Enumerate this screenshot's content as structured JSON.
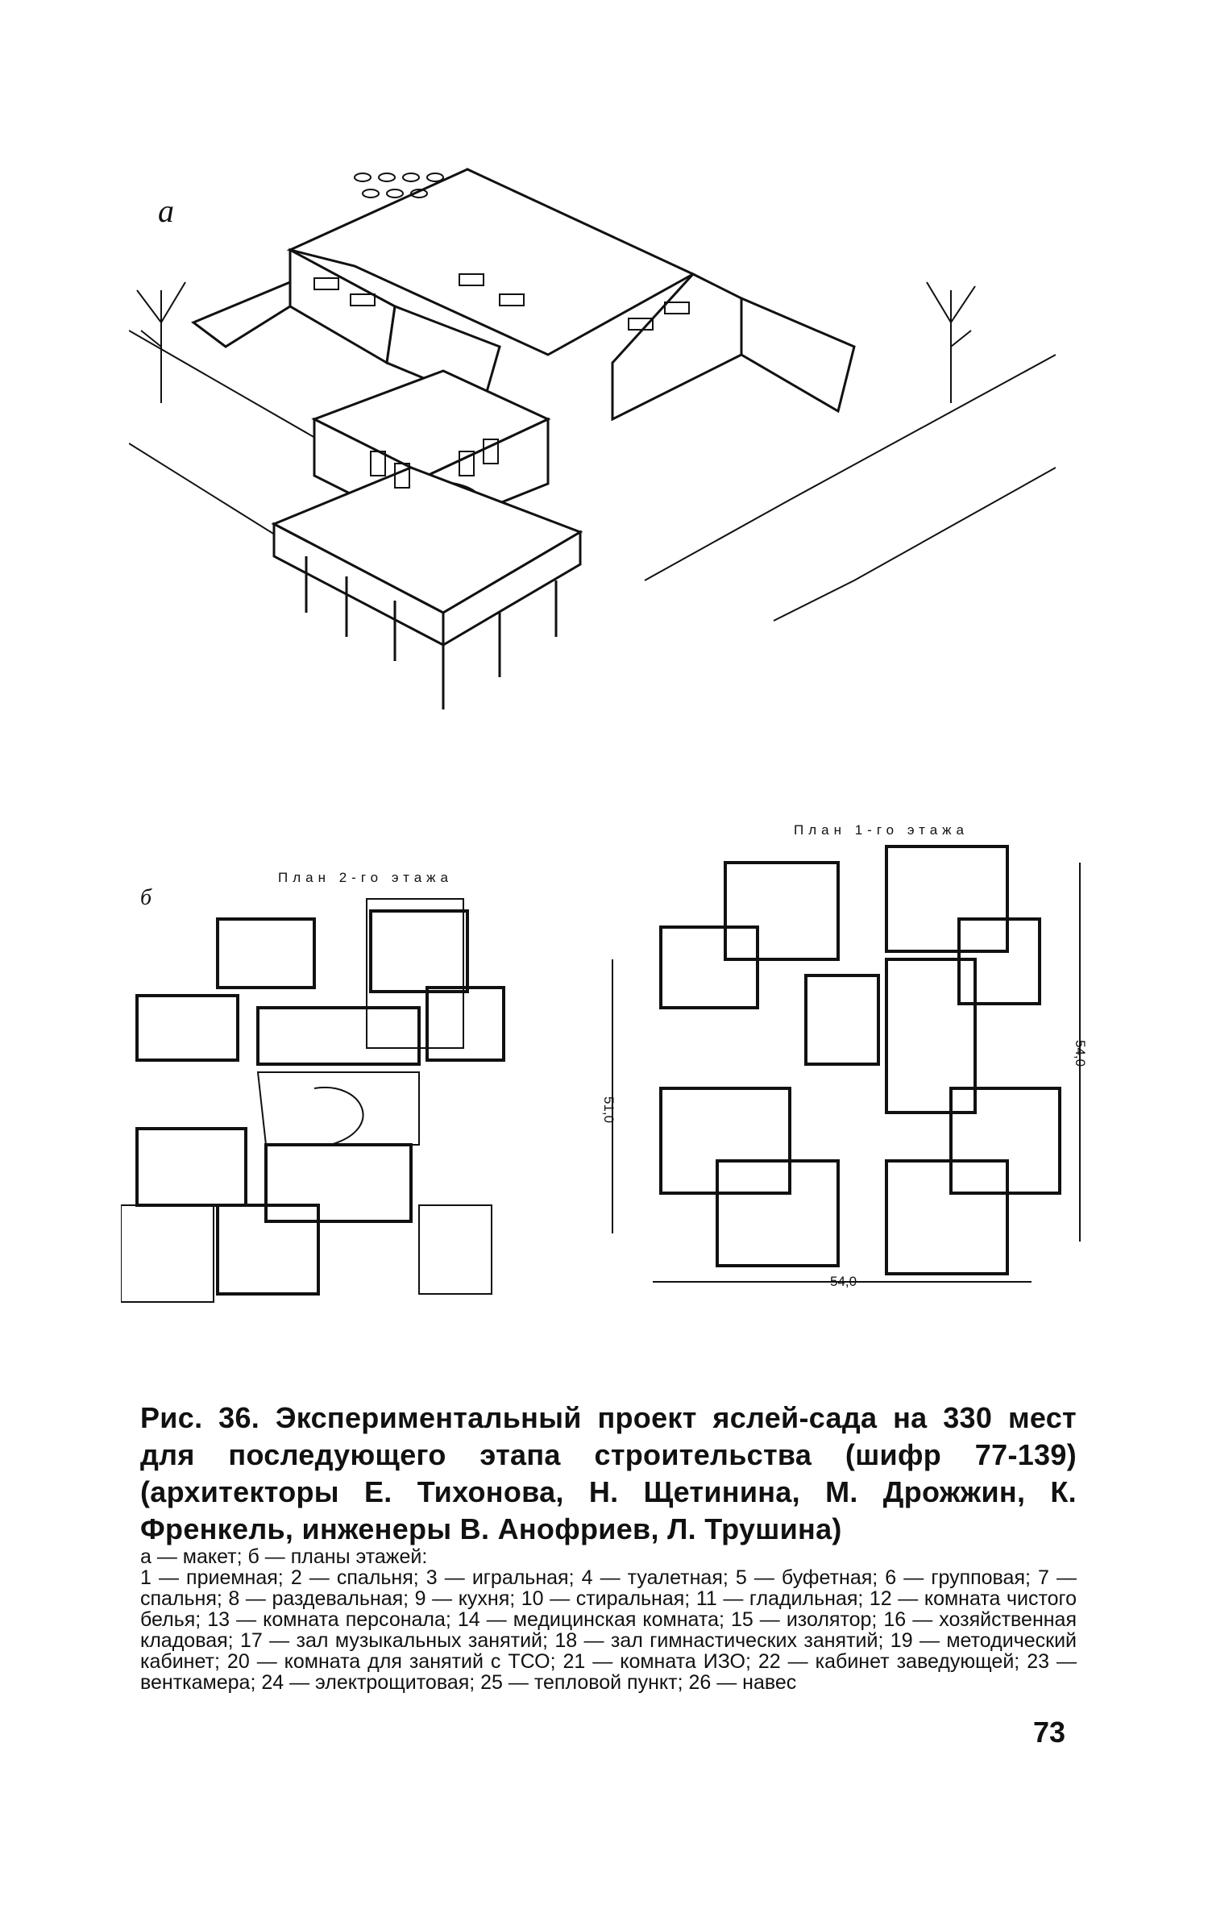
{
  "figure": {
    "panel_a_label": "а",
    "panel_b_label": "б",
    "plan_2_title": "План 2-го этажа",
    "plan_1_title": "План 1-го этажа",
    "dimension_width": "54,0",
    "dimension_height_right": "54,0",
    "dimension_height_left": "51,0"
  },
  "caption": {
    "text": "Рис. 36. Экспериментальный проект яслей-сада на 330 мест для последующего этапа строительства (шифр 77-139) (архитекторы Е. Тихонова, Н. Щетинина, М. Дрожжин, К. Френкель, инженеры В. Анофриев, Л. Трушина)"
  },
  "legend": {
    "intro": "а — макет; б — планы этажей:",
    "items": "1 — приемная; 2 — спальня; 3 — игральная; 4 — туалетная; 5 — буфетная; 6 — групповая; 7 — спальня; 8 — раздевальная; 9 — кухня; 10 — стиральная; 11 — гладильная; 12 — комната чистого белья; 13 — комната персонала; 14 — медицинская комната; 15 — изолятор; 16 — хозяйственная кладовая; 17 — зал музыкальных занятий; 18 — зал гимнастических занятий; 19 — методический кабинет; 20 — комната для занятий с ТСО; 21 — комната ИЗО; 22 — кабинет заведующей; 23 — венткамера; 24 — электрощитовая; 25 — тепловой пункт; 26 — навес"
  },
  "page": {
    "number": "73"
  }
}
